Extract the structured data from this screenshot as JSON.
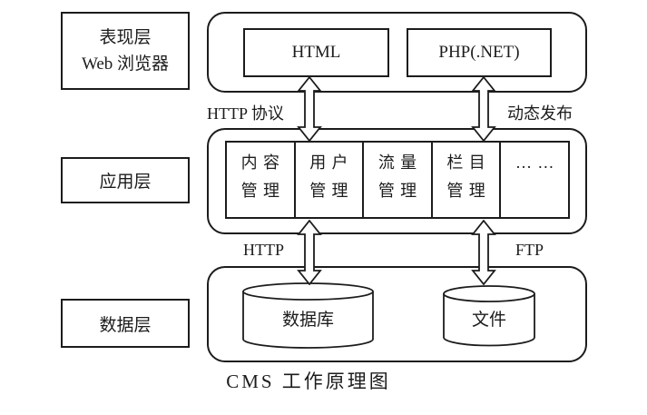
{
  "colors": {
    "ink": "#1c1c1c",
    "background": "#ffffff"
  },
  "caption": "CMS 工作原理图",
  "layers": {
    "presentation": {
      "line1": "表现层",
      "line2": "Web 浏览器"
    },
    "application": "应用层",
    "data": "数据层"
  },
  "presentation_tier": {
    "html": "HTML",
    "php": "PHP(.NET)"
  },
  "connection_labels": {
    "http_protocol": "HTTP 协议",
    "dynamic_publish": "动态发布",
    "http": "HTTP",
    "ftp": "FTP"
  },
  "modules": [
    {
      "line1": "内容",
      "line2": "管理"
    },
    {
      "line1": "用户",
      "line2": "管理"
    },
    {
      "line1": "流量",
      "line2": "管理"
    },
    {
      "line1": "栏目",
      "line2": "管理"
    },
    {
      "line1": "……",
      "line2": ""
    }
  ],
  "storage": {
    "database": "数据库",
    "file": "文件"
  }
}
